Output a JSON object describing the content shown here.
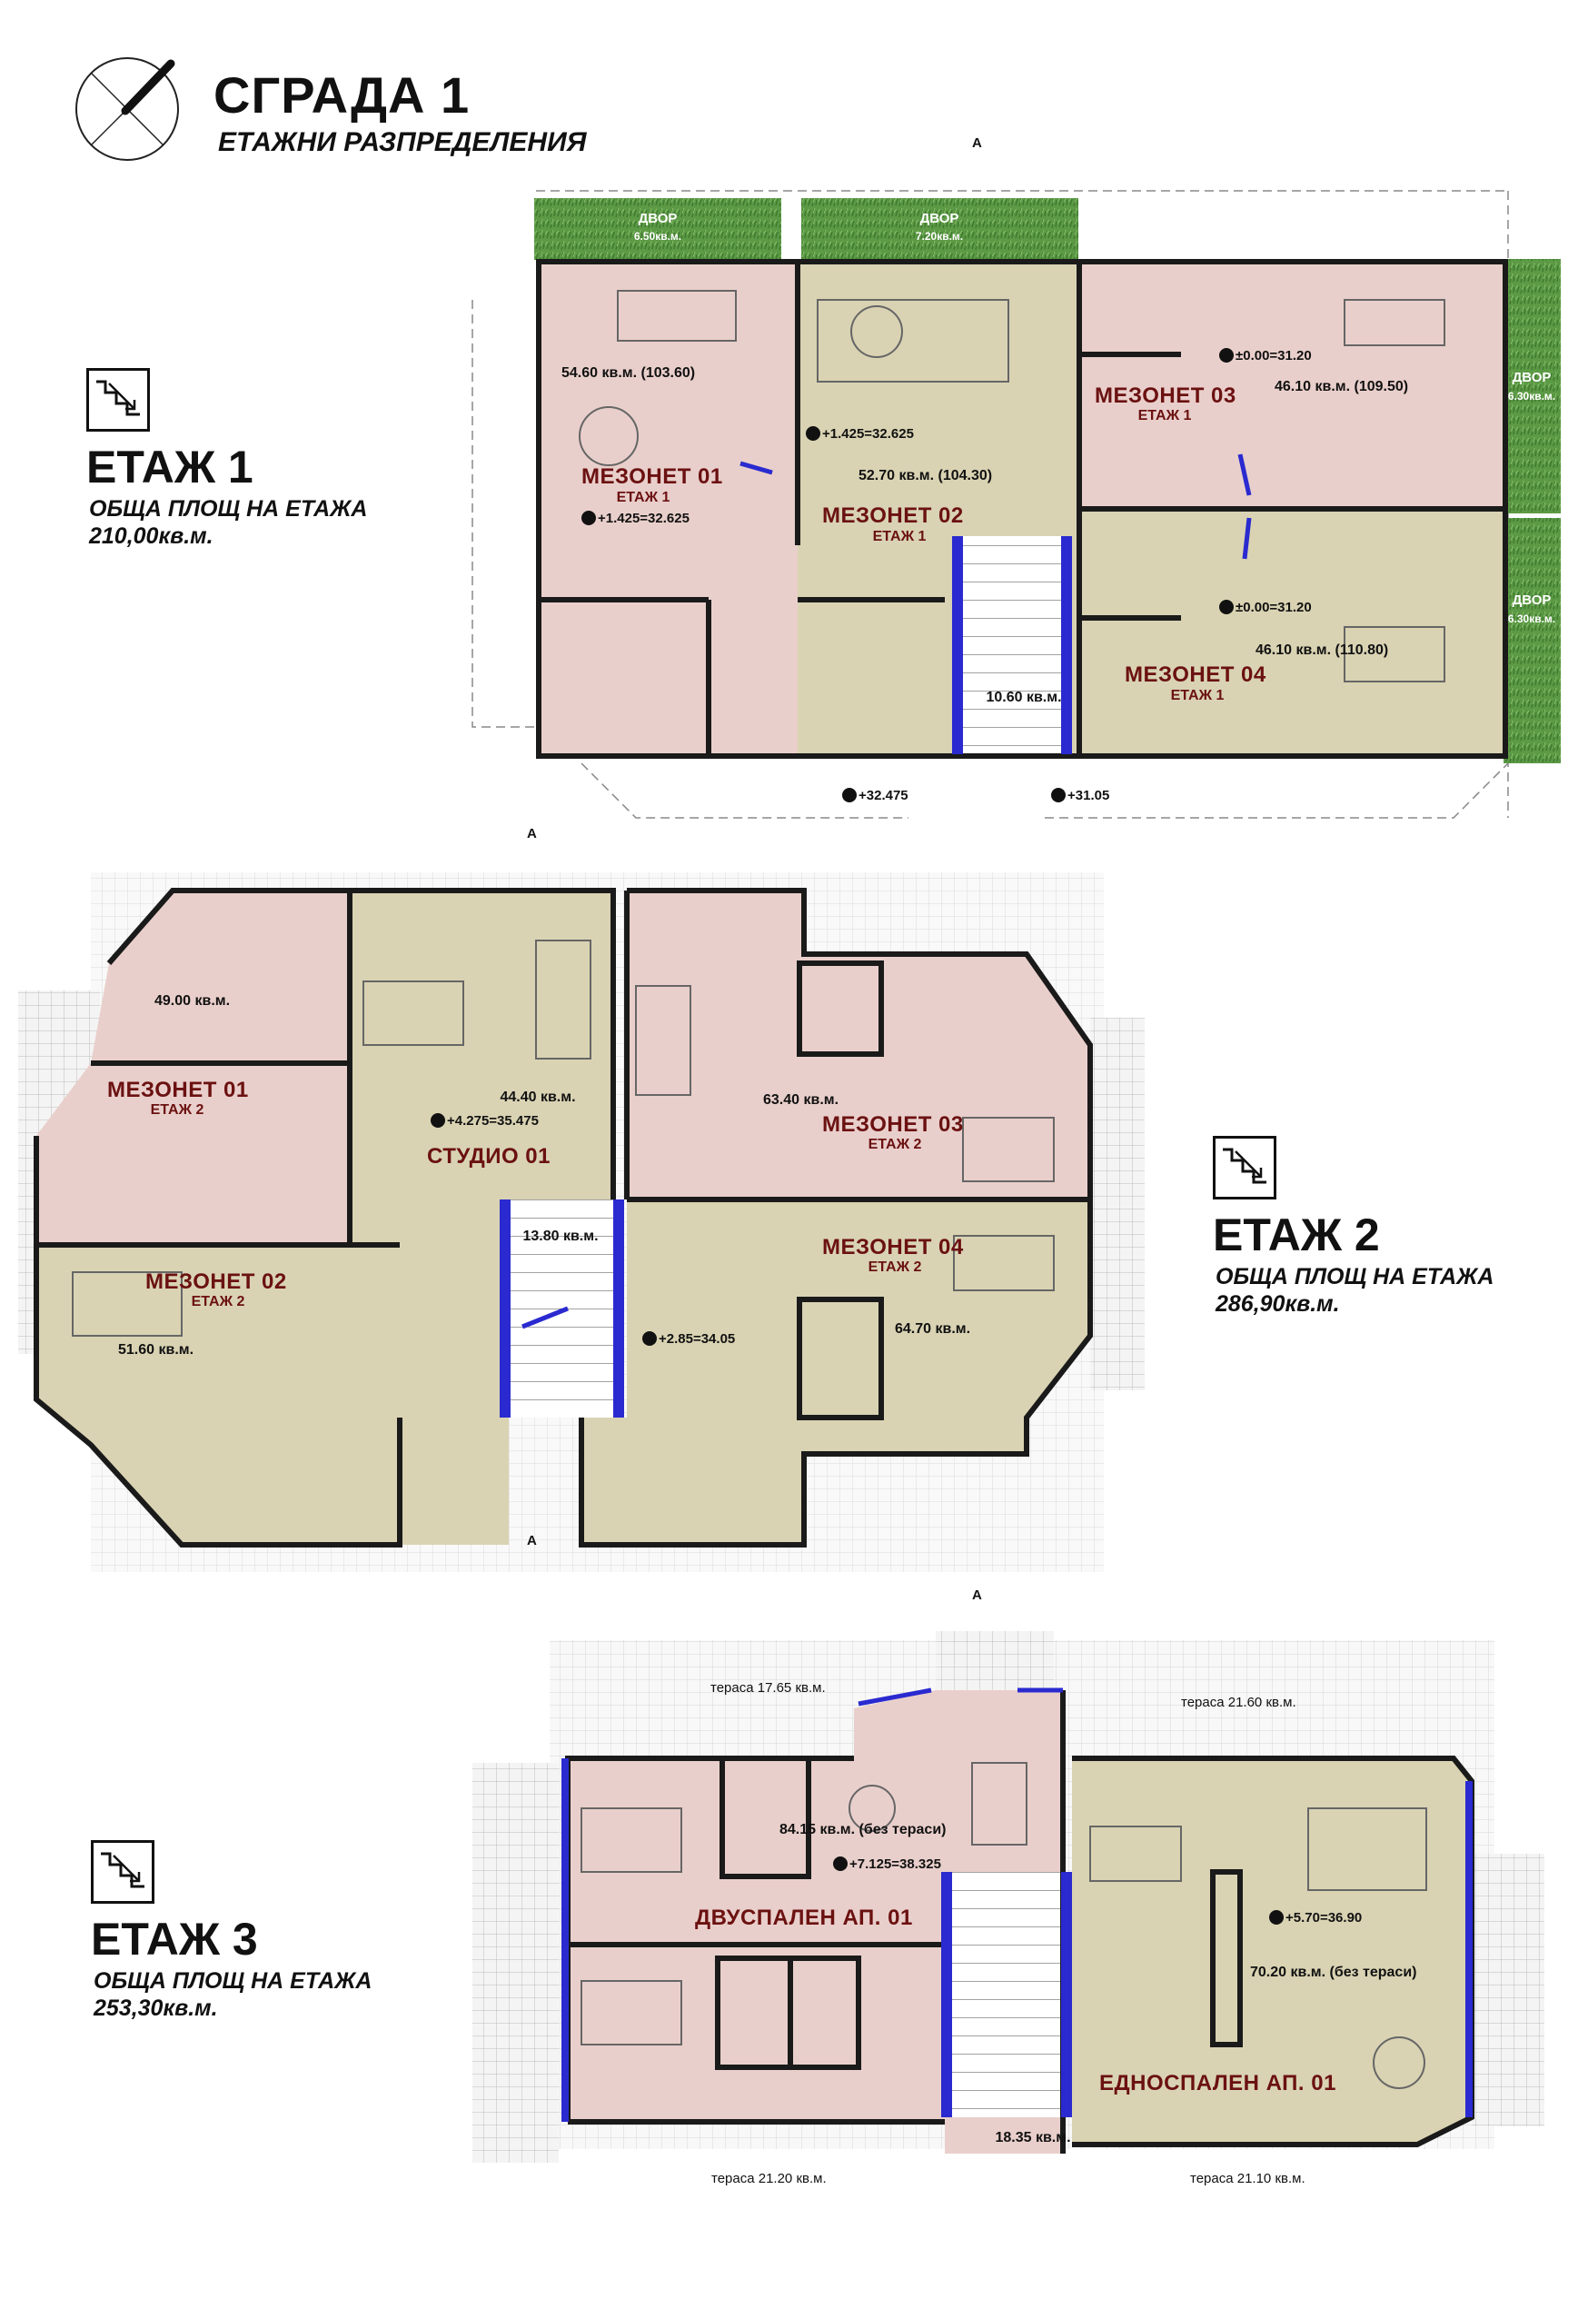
{
  "header": {
    "title": "СГРАДА 1",
    "subtitle": "ЕТАЖНИ РАЗПРЕДЕЛЕНИЯ"
  },
  "floors": [
    {
      "title": "ЕТАЖ 1",
      "area_label": "ОБЩА ПЛОЩ НА ЕТАЖА",
      "area_value": "210,00кв.м."
    },
    {
      "title": "ЕТАЖ 2",
      "area_label": "ОБЩА ПЛОЩ НА ЕТАЖА",
      "area_value": "286,90кв.м."
    },
    {
      "title": "ЕТАЖ 3",
      "area_label": "ОБЩА ПЛОЩ НА ЕТАЖА",
      "area_value": "253,30кв.м."
    }
  ],
  "section_mark": "A",
  "floor1": {
    "yards": [
      {
        "name": "ДВОР",
        "area": "6.50кв.м."
      },
      {
        "name": "ДВОР",
        "area": "7.20кв.м."
      },
      {
        "name": "ДВОР",
        "area": "6.30кв.м."
      },
      {
        "name": "ДВОР",
        "area": "6.30кв.м."
      }
    ],
    "units": [
      {
        "name": "МЕЗОНЕТ 01",
        "floor": "ЕТАЖ 1",
        "area": "54.60 кв.м. (103.60)",
        "level": "+1.425=32.625"
      },
      {
        "name": "МЕЗОНЕТ 02",
        "floor": "ЕТАЖ 1",
        "area": "52.70 кв.м. (104.30)",
        "level": "+1.425=32.625"
      },
      {
        "name": "МЕЗОНЕТ 03",
        "floor": "ЕТАЖ 1",
        "area": "46.10 кв.м. (109.50)",
        "level": "±0.00=31.20"
      },
      {
        "name": "МЕЗОНЕТ 04",
        "floor": "ЕТАЖ 1",
        "area": "46.10 кв.м. (110.80)",
        "level": "±0.00=31.20"
      }
    ],
    "stair_area": "10.60 кв.м.",
    "outside_levels": [
      "+32.475",
      "+31.05"
    ]
  },
  "floor2": {
    "units": [
      {
        "name": "МЕЗОНЕТ 01",
        "floor": "ЕТАЖ 2",
        "area": "49.00 кв.м."
      },
      {
        "name": "МЕЗОНЕТ 02",
        "floor": "ЕТАЖ 2",
        "area": "51.60 кв.м."
      },
      {
        "name": "МЕЗОНЕТ 03",
        "floor": "ЕТАЖ 2",
        "area": "63.40 кв.м."
      },
      {
        "name": "МЕЗОНЕТ 04",
        "floor": "ЕТАЖ 2",
        "area": "64.70 кв.м."
      },
      {
        "name": "СТУДИО 01",
        "area": "44.40 кв.м.",
        "level": "+4.275=35.475"
      }
    ],
    "stair_area": "13.80 кв.м.",
    "level_right": "+2.85=34.05"
  },
  "floor3": {
    "units": [
      {
        "name": "ДВУСПАЛЕН АП. 01",
        "area": "84.15 кв.м. (без тераси)",
        "level": "+7.125=38.325"
      },
      {
        "name": "ЕДНОСПАЛЕН АП. 01",
        "area": "70.20 кв.м. (без тераси)",
        "level": "+5.70=36.90"
      }
    ],
    "terraces": [
      "тераса 17.65 кв.м.",
      "тераса 21.60 кв.м.",
      "тераса 21.20 кв.м.",
      "тераса 21.10 кв.м."
    ],
    "stair_area": "18.35 кв.м."
  },
  "colors": {
    "pink_room": "#e9cfcb",
    "green_room": "#d9d3b3",
    "garden": "#5c9a45",
    "wall": "#1a1a1a",
    "window_blue": "#2a2ad0",
    "unit_label": "#6b1111"
  }
}
